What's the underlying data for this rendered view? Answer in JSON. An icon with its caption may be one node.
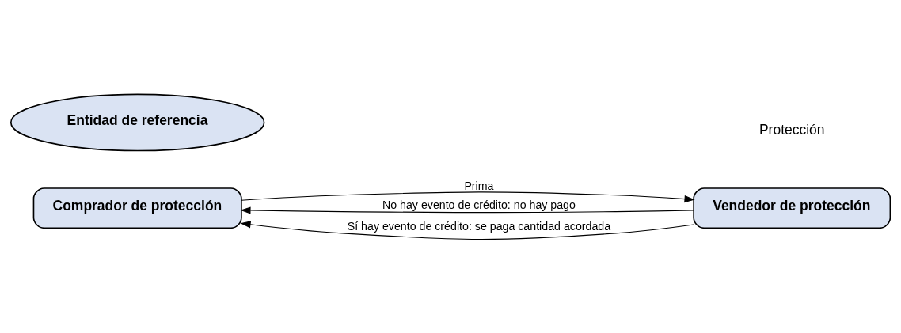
{
  "diagram": {
    "nodes": [
      {
        "text": [
          "Comprador de protección"
        ]
      },
      {
        "text": [
          "Vendedor de protección"
        ]
      },
      {
        "text": [
          "Entidad de referencia"
        ]
      }
    ],
    "edges": [
      {
        "from": 0,
        "to": 1,
        "arrow": "to",
        "label": "Prima"
      },
      {
        "from": 1,
        "to": 0,
        "arrow": "to",
        "label": "No hay evento de crédito: no hay pago"
      },
      {
        "from": 1,
        "to": 0,
        "arrow": "to",
        "label": "Sí hay evento de crédito: se paga cantidad acordada"
      }
    ],
    "labels": [
      "Protección"
    ]
  }
}
